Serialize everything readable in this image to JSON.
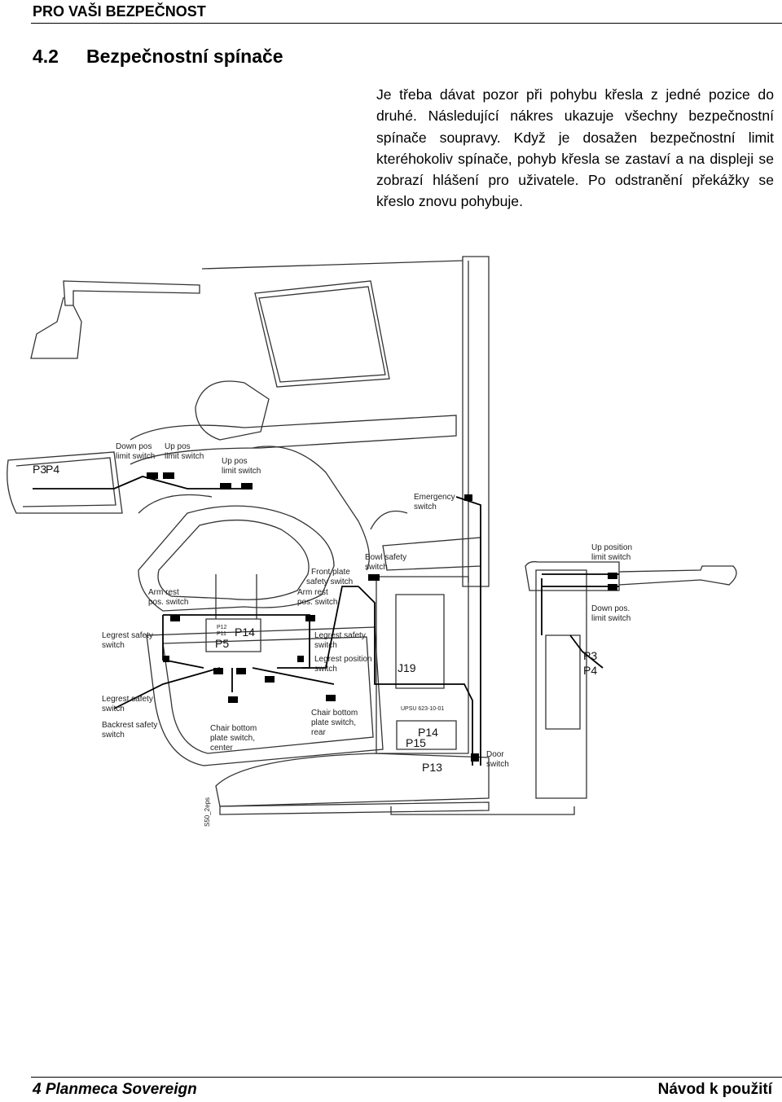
{
  "header": {
    "title": "PRO VAŠI BEZPEČNOST"
  },
  "section": {
    "number": "4.2",
    "title": "Bezpečnostní spínače"
  },
  "intro": "Je třeba dávat pozor při pohybu křesla z jedné pozice do druhé. Následující nákres ukazuje všechny bezpečnostní spínače soupravy. Když je dosažen bezpečnostní limit kteréhokoliv spínače, pohyb křesla se zastaví a na displeji se zobrazí hlášení pro uživatele. Po odstranění překážky se křeslo znovu pohybuje.",
  "figure": {
    "labels": {
      "down_pos_1": [
        "Down pos",
        "limit switch"
      ],
      "up_pos_1": [
        "Up pos",
        "limit switch"
      ],
      "up_pos_2": [
        "Up pos",
        "limit switch"
      ],
      "emergency": [
        "Emergency",
        "switch"
      ],
      "bowl_safety": [
        "Bowl safety",
        "switch"
      ],
      "front_plate": [
        "Front plate",
        "safety switch"
      ],
      "arm_rest_1": [
        "Arm rest",
        "pos. switch"
      ],
      "arm_rest_2": [
        "Arm rest",
        "pos. switch"
      ],
      "legrest_safety_1": [
        "Legrest safety",
        "switch"
      ],
      "legrest_safety_2": [
        "Legrest safety",
        "switch"
      ],
      "legrest_position": [
        "Legrest position",
        "switch"
      ],
      "legrest_safety_3": [
        "Legrest safety",
        "switch"
      ],
      "backrest_safety": [
        "Backrest safety",
        "switch"
      ],
      "chair_bottom_center": [
        "Chair bottom",
        "plate switch,",
        "center"
      ],
      "chair_bottom_rear": [
        "Chair bottom",
        "plate switch,",
        "rear"
      ],
      "up_position": [
        "Up position",
        "limit switch"
      ],
      "down_pos_2": [
        "Down pos.",
        "limit switch"
      ],
      "door": [
        "Door",
        "switch"
      ]
    },
    "connectors": {
      "p3_left": "P3",
      "p4_left": "P4",
      "p14_seat": "P14",
      "p5": "P5",
      "p12": "P12",
      "p11": "P11",
      "j19": "J19",
      "upsu": "UPSU 623-10-01",
      "p14_base": "P14",
      "p15": "P15",
      "p13": "P13",
      "p3_right": "P3",
      "p4_right": "P4"
    },
    "code": "S50_2eps"
  },
  "footer": {
    "left": "4  Planmeca Sovereign",
    "right": "Návod k použití"
  }
}
